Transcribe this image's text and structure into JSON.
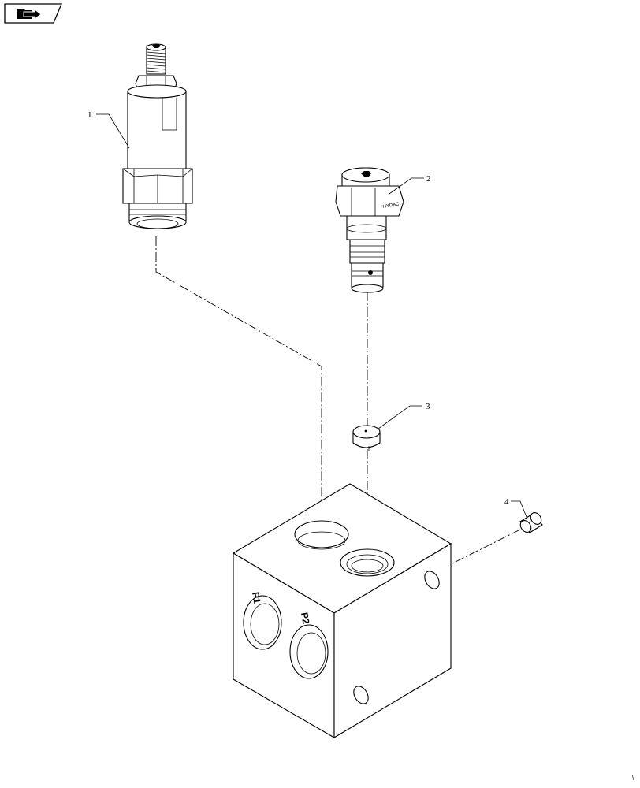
{
  "navigation": {
    "icon": "folder-arrow-icon"
  },
  "callouts": [
    {
      "id": "1",
      "part": "pressure-relief-valve-cartridge"
    },
    {
      "id": "2",
      "part": "check-valve-cartridge"
    },
    {
      "id": "3",
      "part": "orifice-insert"
    },
    {
      "id": "4",
      "part": "plug"
    }
  ],
  "block": {
    "port_labels": [
      "P1",
      "P2"
    ]
  },
  "cartridge_brand": "HYDAC"
}
